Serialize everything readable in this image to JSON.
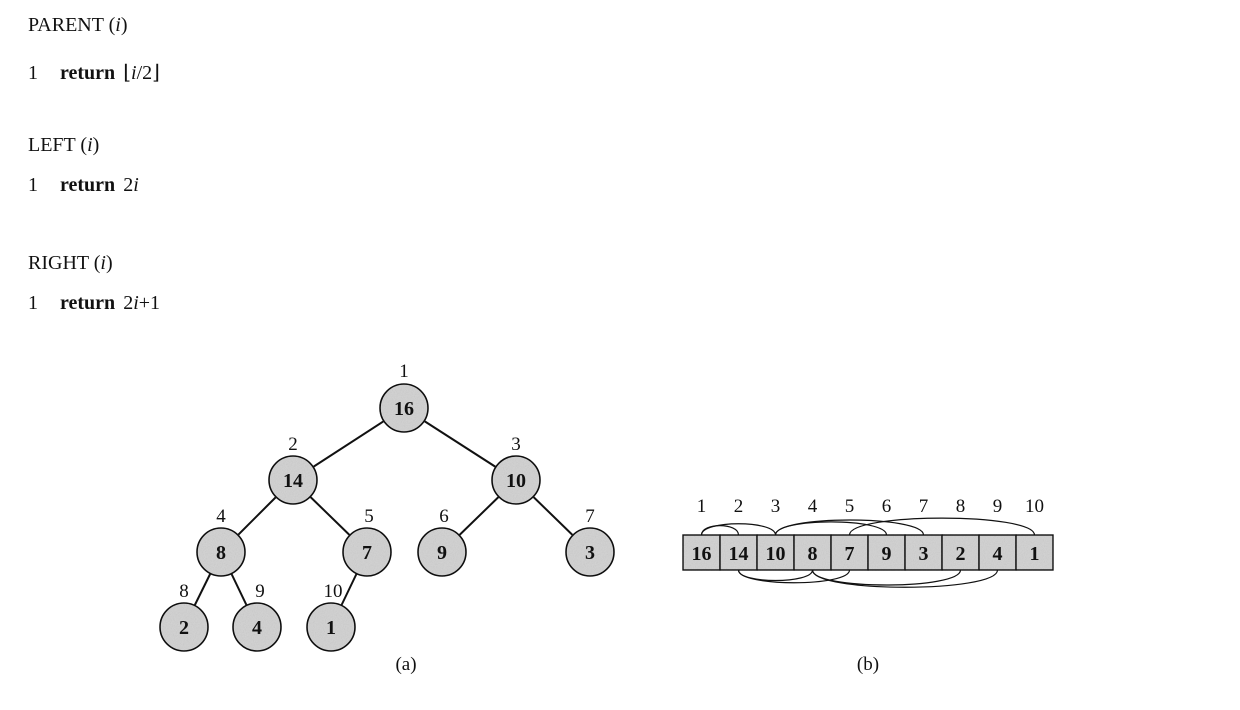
{
  "procedures": [
    {
      "name": "PARENT",
      "param": "i",
      "line_no": "1",
      "keyword": "return",
      "expr_pre": "⌊",
      "expr_var": "i",
      "expr_post": "/2⌋"
    },
    {
      "name": "LEFT",
      "param": "i",
      "line_no": "1",
      "keyword": "return",
      "expr_pre": "2",
      "expr_var": "i",
      "expr_post": ""
    },
    {
      "name": "RIGHT",
      "param": "i",
      "line_no": "1",
      "keyword": "return",
      "expr_pre": "2",
      "expr_var": "i",
      "expr_post": "+1"
    }
  ],
  "heap": {
    "values": [
      16,
      14,
      10,
      8,
      7,
      9,
      3,
      2,
      4,
      1
    ],
    "indices": [
      "1",
      "2",
      "3",
      "4",
      "5",
      "6",
      "7",
      "8",
      "9",
      "10"
    ]
  },
  "captions": {
    "tree": "(a)",
    "array": "(b)"
  },
  "colors": {
    "node_fill": "#d4d4d4",
    "stroke": "#111111"
  }
}
